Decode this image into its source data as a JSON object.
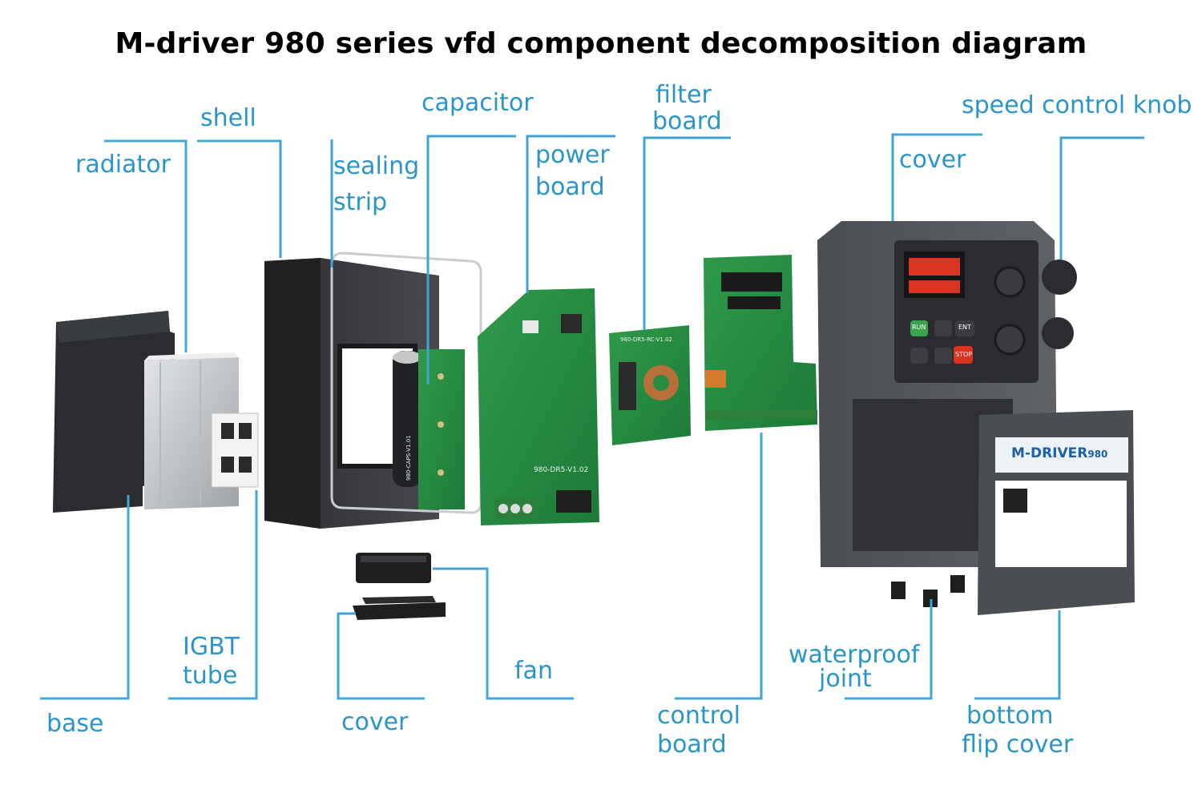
{
  "title": "M-driver 980 series vfd component decomposition diagram",
  "labels": {
    "radiator": "radiator",
    "shell": "shell",
    "sealing_strip_1": "sealing",
    "sealing_strip_2": "strip",
    "capacitor": "capacitor",
    "power_board_1": "power",
    "power_board_2": "board",
    "filter_board_1": "filter",
    "filter_board_2": "board",
    "speed_control_knob": "speed control knob",
    "cover_top": "cover",
    "base": "base",
    "igbt_tube_1": "IGBT",
    "igbt_tube_2": "tube",
    "cover_bottom": "cover",
    "fan": "fan",
    "control_board_1": "control",
    "control_board_2": "board",
    "waterproof_joint_1": "waterproof",
    "waterproof_joint_2": "joint",
    "bottom_flip_cover_1": "bottom",
    "bottom_flip_cover_2": "flip cover"
  },
  "product": {
    "brand": "M-DRIVER",
    "model": "980",
    "keypad": [
      "RUN",
      "ENT",
      "STOP"
    ],
    "board_marks": [
      "980-DR5-V1.02",
      "980-DR5-RC-V1.02",
      "980-CAPS-V1.01"
    ]
  },
  "colors": {
    "label": "#2a95c8",
    "leader": "#41a5d3",
    "title": "#000000"
  }
}
